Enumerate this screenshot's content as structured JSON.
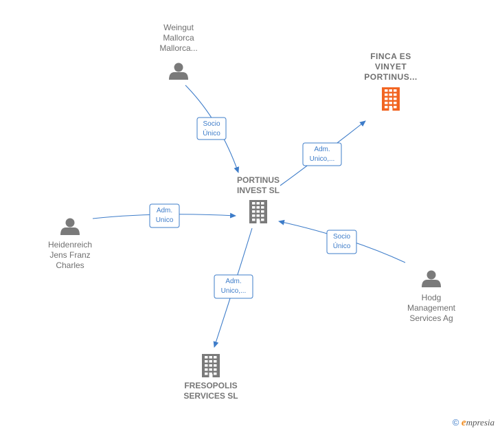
{
  "colors": {
    "edge": "#3d7cc9",
    "person_icon": "#7a7a7a",
    "company_icon": "#7a7a7a",
    "highlight_company_icon": "#f26522",
    "label": "#6f6f6f"
  },
  "nodes": [
    {
      "id": "weingut",
      "type": "person",
      "lines": [
        "Weingut",
        "Mallorca",
        "Mallorca..."
      ],
      "style": "normal"
    },
    {
      "id": "finca",
      "type": "company",
      "lines": [
        "FINCA ES",
        "VINYET",
        "PORTINUS..."
      ],
      "style": "highlight"
    },
    {
      "id": "portinus",
      "type": "company",
      "lines": [
        "PORTINUS",
        "INVEST  SL"
      ],
      "style": "bold"
    },
    {
      "id": "heidenreich",
      "type": "person",
      "lines": [
        "Heidenreich",
        "Jens Franz",
        "Charles"
      ],
      "style": "normal"
    },
    {
      "id": "hodg",
      "type": "person",
      "lines": [
        "Hodg",
        "Management",
        "Services Ag"
      ],
      "style": "normal"
    },
    {
      "id": "fresopolis",
      "type": "company",
      "lines": [
        "FRESOPOLIS",
        "SERVICES  SL"
      ],
      "style": "bold"
    }
  ],
  "edges": [
    {
      "id": "weingut-portinus",
      "lines": [
        "Socio",
        "Único"
      ]
    },
    {
      "id": "portinus-finca",
      "lines": [
        "Adm.",
        "Unico,..."
      ]
    },
    {
      "id": "heidenreich-portinus",
      "lines": [
        "Adm.",
        "Unico"
      ]
    },
    {
      "id": "hodg-portinus",
      "lines": [
        "Socio",
        "Único"
      ]
    },
    {
      "id": "portinus-fresopolis",
      "lines": [
        "Adm.",
        "Unico,..."
      ]
    }
  ],
  "footer": {
    "copyright_symbol": "©",
    "brand_initial": "e",
    "brand_rest": "mpresia"
  }
}
